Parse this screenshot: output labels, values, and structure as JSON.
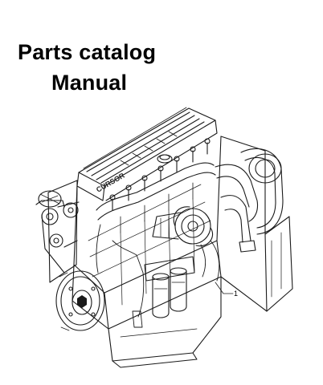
{
  "cover": {
    "title_line1": "Parts catalog",
    "title_line2": "Manual"
  },
  "illustration": {
    "callout_number": "1",
    "brand_stamp": "CURSOR",
    "ink_color": "#1a1a1a",
    "background": "#ffffff"
  }
}
